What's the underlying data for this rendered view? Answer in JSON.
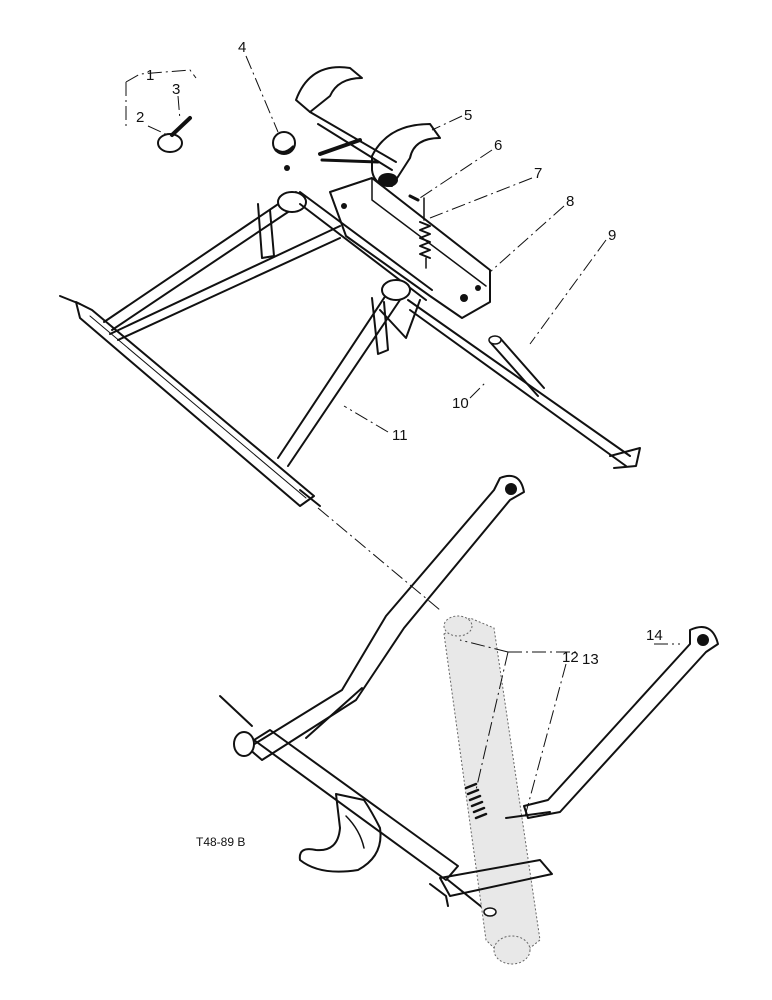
{
  "callouts": {
    "c1": "1",
    "c2": "2",
    "c3": "3",
    "c4": "4",
    "c5": "5",
    "c6": "6",
    "c7": "7",
    "c8": "8",
    "c9": "9",
    "c10": "10",
    "c11": "11",
    "c12": "12",
    "c13": "13",
    "c14": "14"
  },
  "reference_code": "T48-89 B"
}
